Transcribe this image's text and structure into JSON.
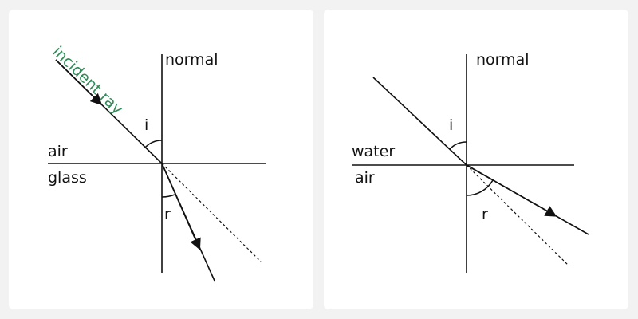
{
  "colors": {
    "background": "#f2f2f2",
    "panel": "#ffffff",
    "line": "#111111",
    "highlight_label": "#2e8b57"
  },
  "diagrams": [
    {
      "normal_label": "normal",
      "upper_medium": "air",
      "lower_medium": "glass",
      "incidence_angle_label": "i",
      "refraction_angle_label": "r",
      "ray_label": "incident ray"
    },
    {
      "normal_label": "normal",
      "upper_medium": "water",
      "lower_medium": "air",
      "incidence_angle_label": "i",
      "refraction_angle_label": "r"
    }
  ]
}
